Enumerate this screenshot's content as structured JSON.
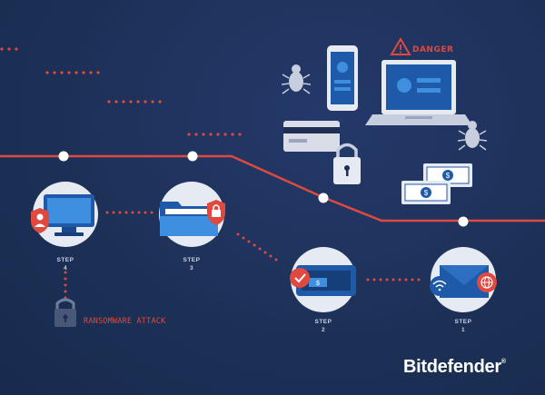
{
  "colors": {
    "background": "#1c3056",
    "accent_red": "#e0493f",
    "device_blue": "#1e5aa8",
    "screen_blue": "#3f8fe0",
    "circle_bg": "#e6eaf2",
    "white": "#ffffff"
  },
  "steps": [
    {
      "word": "STEP",
      "number": "4",
      "icons": [
        "monitor-icon",
        "user-badge-icon"
      ]
    },
    {
      "word": "STEP",
      "number": "3",
      "icons": [
        "folder-icon",
        "lock-badge-icon"
      ]
    },
    {
      "word": "STEP",
      "number": "2",
      "icons": [
        "wallet-icon",
        "check-badge-icon"
      ]
    },
    {
      "word": "STEP",
      "number": "1",
      "icons": [
        "envelope-icon",
        "wifi-icon",
        "globe-icon"
      ]
    }
  ],
  "ransomware_label": "RANSOMWARE ATTACK",
  "danger_label": "DANGER",
  "brand": {
    "name": "Bitdefender",
    "mark": "®"
  },
  "threat_icons": [
    "bug-icon",
    "smartphone-icon",
    "laptop-icon",
    "credit-card-icon",
    "padlock-icon",
    "cash-icon",
    "warning-icon"
  ]
}
